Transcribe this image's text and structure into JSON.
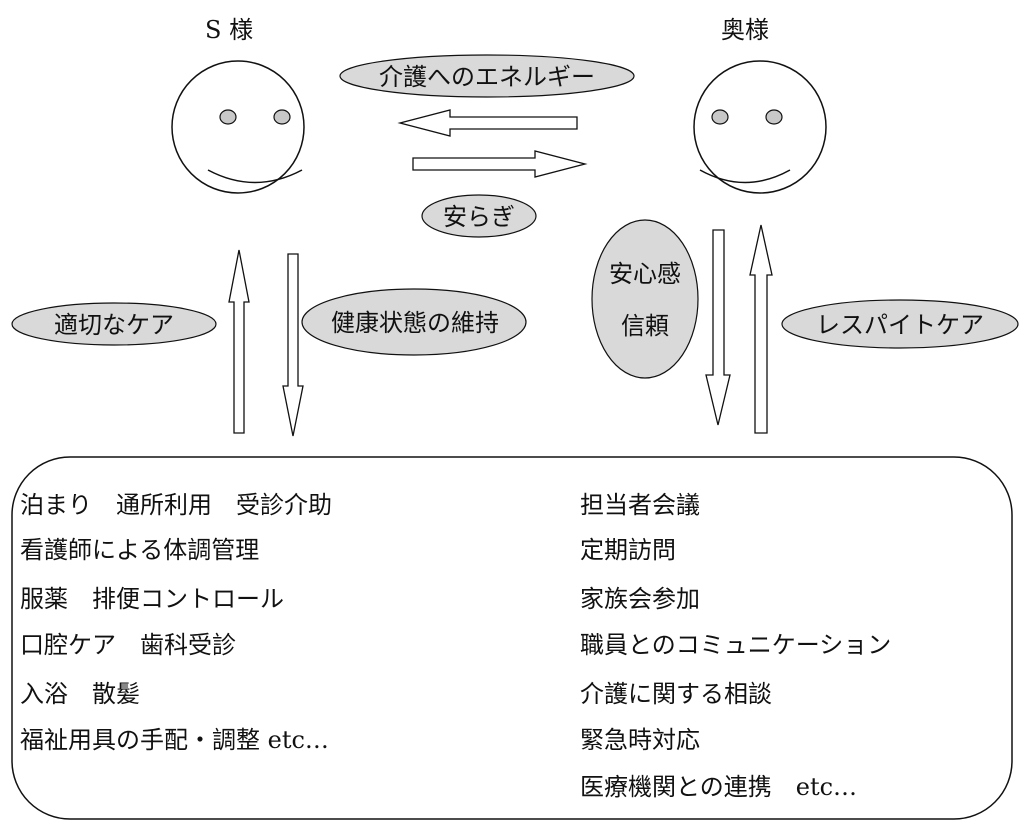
{
  "people": {
    "s": "S 様",
    "wife": "奥様"
  },
  "labels": {
    "energy": "介護へのエネルギー",
    "ease": "安らぎ",
    "proper_care": "適切なケア",
    "health": "健康状態の維持",
    "security_line1": "安心感",
    "security_line2": "信頼",
    "respite": "レスパイトケア"
  },
  "services": {
    "left": [
      "泊まり　通所利用　受診介助",
      "看護師による体調管理",
      "服薬　排便コントロール",
      "口腔ケア　歯科受診",
      "入浴　散髪",
      "福祉用具の手配・調整 etc…"
    ],
    "right": [
      "担当者会議",
      "定期訪問",
      "家族会参加",
      "職員とのコミュニケーション",
      "介護に関する相談",
      "緊急時対応",
      "医療機関との連携　etc…"
    ]
  },
  "colors": {
    "bubble_fill": "#d9d9d9",
    "eye_fill": "#c8c8c8",
    "stroke": "#111111"
  }
}
